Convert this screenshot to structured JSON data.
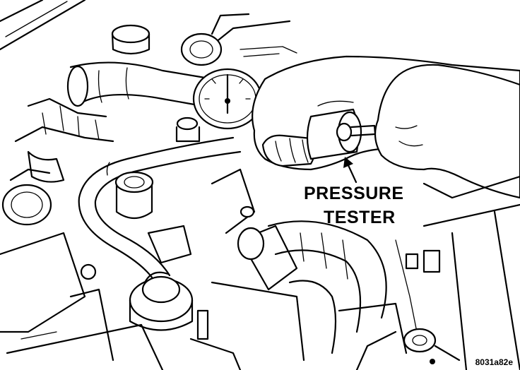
{
  "labels": {
    "pressure": "PRESSURE",
    "tester": "TESTER"
  },
  "figure_code": "8031a82e"
}
